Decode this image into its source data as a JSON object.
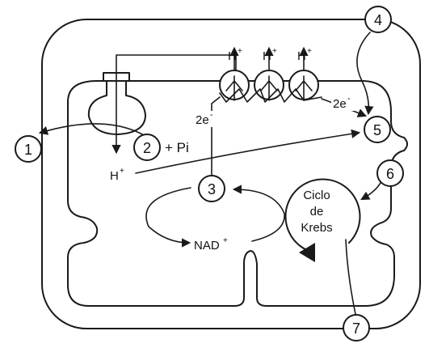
{
  "diagram": {
    "numbers": [
      "1",
      "2",
      "3",
      "4",
      "5",
      "6",
      "7"
    ],
    "labels": {
      "pi": "+ Pi",
      "h_plus": "H",
      "h_plus_sup": "+",
      "two_e": "2e",
      "two_e_sup": "-",
      "nad": "NAD",
      "nad_sup": "+",
      "krebs_line1": "Ciclo",
      "krebs_line2": "de",
      "krebs_line3": "Krebs"
    }
  }
}
